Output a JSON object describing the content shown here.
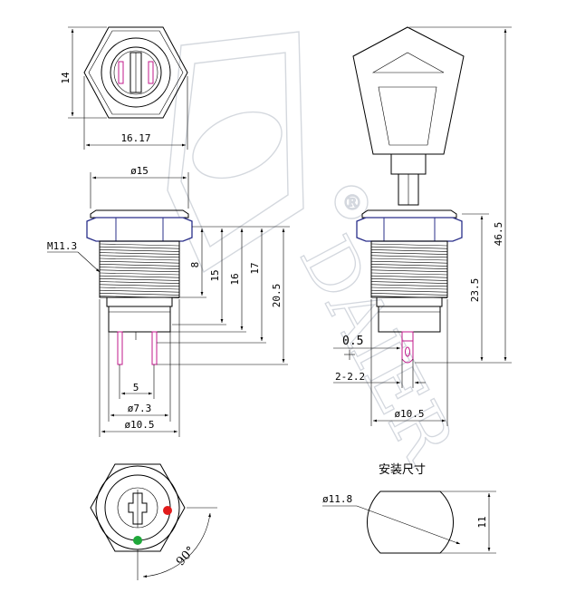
{
  "watermark": {
    "text": "DAIER",
    "registered": "®"
  },
  "top_view": {
    "dim_height": "14",
    "dim_width": "16.17"
  },
  "front_view": {
    "dim_top_dia": "ø15",
    "thread": "M11.3",
    "dim_8": "8",
    "dim_15": "15",
    "dim_16": "16",
    "dim_17": "17",
    "dim_20_5": "20.5",
    "dim_pin_spacing": "5",
    "dim_dia_7_3": "ø7.3",
    "dim_dia_10_5": "ø10.5"
  },
  "side_view": {
    "dim_total": "46.5",
    "dim_body": "23.5",
    "dim_pin_thickness": "0.5",
    "dim_pin_width": "2-2.2",
    "dim_dia_10_5": "ø10.5"
  },
  "bottom_view": {
    "dim_angle": "90°",
    "indicator_colors": {
      "on": "#e21b1b",
      "off": "#1fa83a"
    }
  },
  "mounting": {
    "title": "安装尺寸",
    "dim_dia": "ø11.8",
    "dim_flat": "11"
  }
}
